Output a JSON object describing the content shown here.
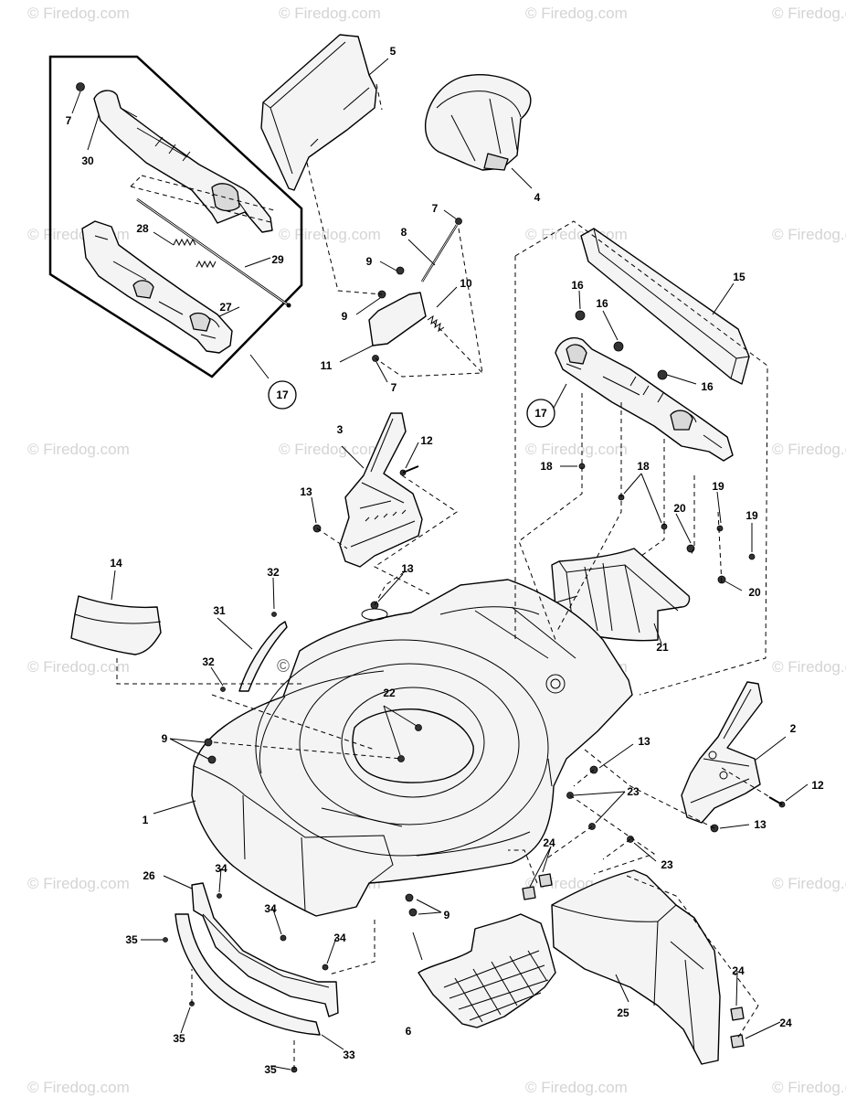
{
  "watermark": {
    "text": "© Firedog.com",
    "center_text": "© Firedog.com"
  },
  "callouts": [
    {
      "id": "c1",
      "text": "1"
    },
    {
      "id": "c2",
      "text": "2"
    },
    {
      "id": "c3",
      "text": "3"
    },
    {
      "id": "c4",
      "text": "4"
    },
    {
      "id": "c5",
      "text": "5"
    },
    {
      "id": "c6",
      "text": "6"
    },
    {
      "id": "c7a",
      "text": "7"
    },
    {
      "id": "c7b",
      "text": "7"
    },
    {
      "id": "c7c",
      "text": "7"
    },
    {
      "id": "c8",
      "text": "8"
    },
    {
      "id": "c9a",
      "text": "9"
    },
    {
      "id": "c9b",
      "text": "9"
    },
    {
      "id": "c9c",
      "text": "9"
    },
    {
      "id": "c9d",
      "text": "9"
    },
    {
      "id": "c10",
      "text": "10"
    },
    {
      "id": "c11",
      "text": "11"
    },
    {
      "id": "c12a",
      "text": "12"
    },
    {
      "id": "c12b",
      "text": "12"
    },
    {
      "id": "c13a",
      "text": "13"
    },
    {
      "id": "c13b",
      "text": "13"
    },
    {
      "id": "c13c",
      "text": "13"
    },
    {
      "id": "c13d",
      "text": "13"
    },
    {
      "id": "c14",
      "text": "14"
    },
    {
      "id": "c15",
      "text": "15"
    },
    {
      "id": "c16a",
      "text": "16"
    },
    {
      "id": "c16b",
      "text": "16"
    },
    {
      "id": "c16c",
      "text": "16"
    },
    {
      "id": "c17a",
      "text": "17"
    },
    {
      "id": "c17b",
      "text": "17"
    },
    {
      "id": "c18a",
      "text": "18"
    },
    {
      "id": "c18b",
      "text": "18"
    },
    {
      "id": "c19a",
      "text": "19"
    },
    {
      "id": "c19b",
      "text": "19"
    },
    {
      "id": "c20a",
      "text": "20"
    },
    {
      "id": "c20b",
      "text": "20"
    },
    {
      "id": "c21",
      "text": "21"
    },
    {
      "id": "c22",
      "text": "22"
    },
    {
      "id": "c23a",
      "text": "23"
    },
    {
      "id": "c23b",
      "text": "23"
    },
    {
      "id": "c24a",
      "text": "24"
    },
    {
      "id": "c24b",
      "text": "24"
    },
    {
      "id": "c24c",
      "text": "24"
    },
    {
      "id": "c25",
      "text": "25"
    },
    {
      "id": "c26",
      "text": "26"
    },
    {
      "id": "c27",
      "text": "27"
    },
    {
      "id": "c28",
      "text": "28"
    },
    {
      "id": "c29",
      "text": "29"
    },
    {
      "id": "c30",
      "text": "30"
    },
    {
      "id": "c31",
      "text": "31"
    },
    {
      "id": "c32a",
      "text": "32"
    },
    {
      "id": "c32b",
      "text": "32"
    },
    {
      "id": "c33",
      "text": "33"
    },
    {
      "id": "c34a",
      "text": "34"
    },
    {
      "id": "c34b",
      "text": "34"
    },
    {
      "id": "c34c",
      "text": "34"
    },
    {
      "id": "c35a",
      "text": "35"
    },
    {
      "id": "c35b",
      "text": "35"
    },
    {
      "id": "c35c",
      "text": "35"
    }
  ]
}
